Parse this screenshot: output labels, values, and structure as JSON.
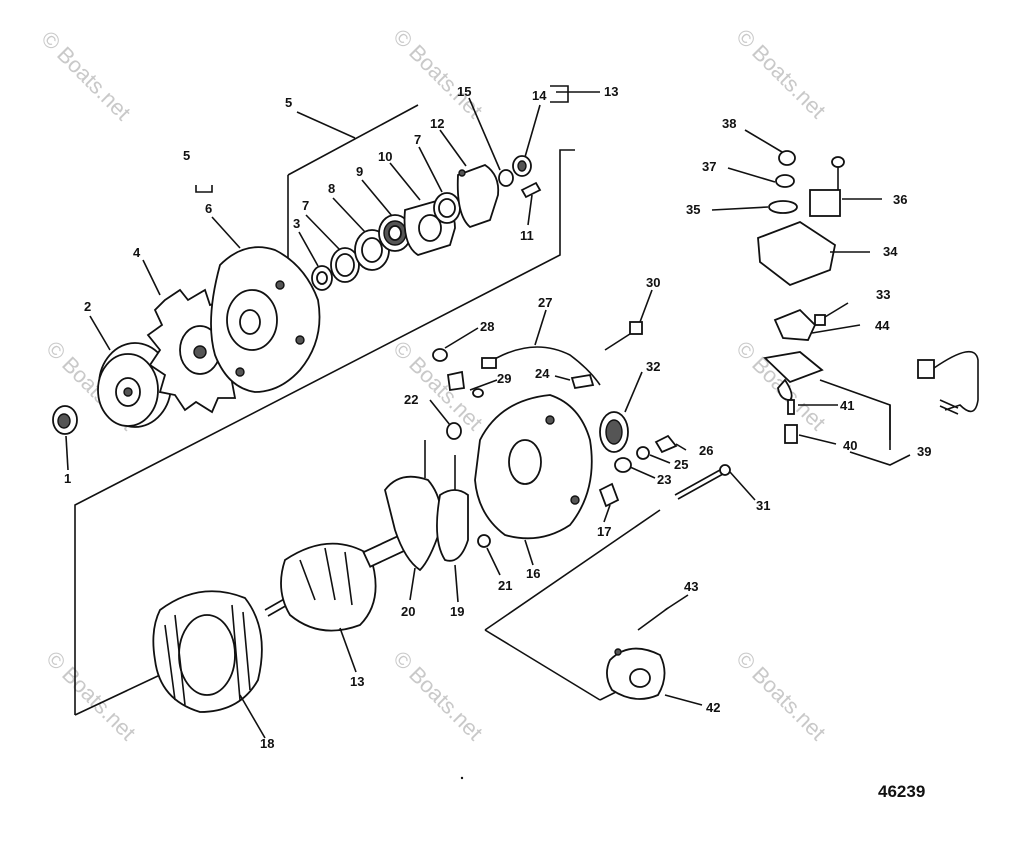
{
  "diagram": {
    "drawing_number": "46239",
    "watermark": "© Boats.net",
    "callouts": [
      "1",
      "2",
      "3",
      "4",
      "5",
      "5",
      "6",
      "7",
      "7",
      "8",
      "9",
      "10",
      "11",
      "12",
      "13",
      "13",
      "14",
      "15",
      "16",
      "17",
      "18",
      "19",
      "20",
      "21",
      "22",
      "23",
      "24",
      "25",
      "26",
      "27",
      "28",
      "29",
      "30",
      "31",
      "32",
      "33",
      "34",
      "35",
      "36",
      "37",
      "38",
      "39",
      "40",
      "41",
      "42",
      "43",
      "44"
    ]
  }
}
